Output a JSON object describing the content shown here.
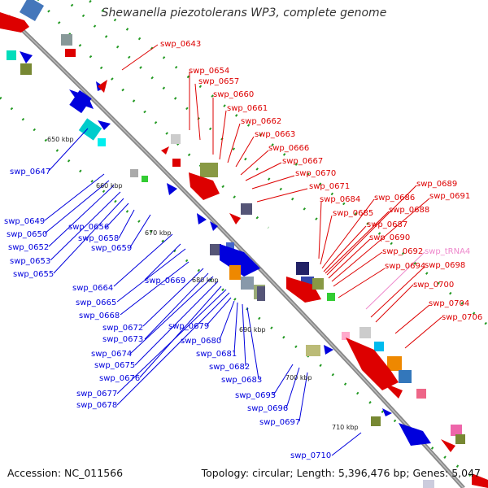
{
  "title": "Shewanella piezotolerans WP3, complete genome",
  "accession": "Accession: NC_011566",
  "summary": "Topology: circular; Length: 5,396,476 bp; Genes: 5,047",
  "colors": {
    "forward": "#dd0000",
    "reverse": "#0000dd",
    "trna": "#ee88cc",
    "backbone": "#888888",
    "dots": "#229922"
  },
  "ticks": [
    "650 kbp",
    "660 kbp",
    "670 kbp",
    "680 kbp",
    "690 kbp",
    "700 kbp",
    "710 kbp"
  ],
  "genes_forward": [
    "swp_0643",
    "swp_0654",
    "swp_0657",
    "swp_0660",
    "swp_0661",
    "swp_0662",
    "swp_0663",
    "swp_0666",
    "swp_0667",
    "swp_0670",
    "swp_0671",
    "swp_0684",
    "swp_0685",
    "swp_0686",
    "swp_0687",
    "swp_0688",
    "swp_0689",
    "swp_0690",
    "swp_0691",
    "swp_0692",
    "swp_0694",
    "swp_0698",
    "swp_0700",
    "swp_0704",
    "swp_0706"
  ],
  "genes_trna": [
    "swp_tRNA4"
  ],
  "genes_reverse": [
    "swp_0647",
    "swp_0649",
    "swp_0650",
    "swp_0652",
    "swp_0653",
    "swp_0655",
    "swp_0656",
    "swp_0658",
    "swp_0659",
    "swp_0664",
    "swp_0665",
    "swp_0668",
    "swp_0669",
    "swp_0672",
    "swp_0673",
    "swp_0674",
    "swp_0675",
    "swp_0676",
    "swp_0677",
    "swp_0678",
    "swp_0679",
    "swp_0680",
    "swp_0681",
    "swp_0682",
    "swp_0683",
    "swp_0695",
    "swp_0696",
    "swp_0697",
    "swp_0710"
  ]
}
